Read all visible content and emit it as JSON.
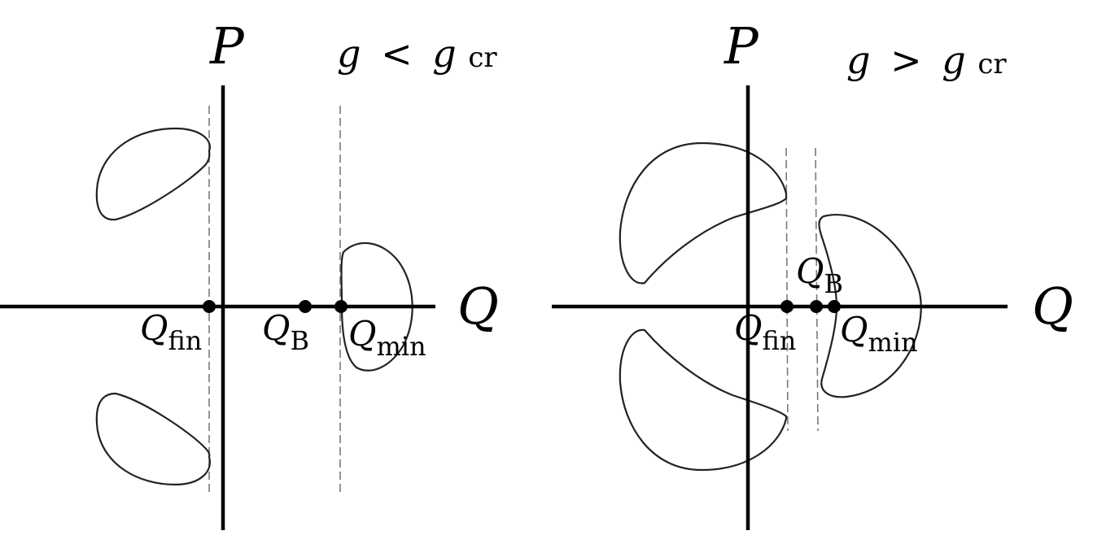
{
  "colors": {
    "ink": "#000000",
    "guide": "#7a7a7a",
    "background": "#ffffff"
  },
  "panels": [
    {
      "axis_p": "P",
      "axis_q": "Q",
      "condition": {
        "left": "g",
        "op": "<",
        "right": "g",
        "right_sub": "cr"
      },
      "points": [
        {
          "base": "Q",
          "sub": "fin"
        },
        {
          "base": "Q",
          "sub": "B"
        },
        {
          "base": "Q",
          "sub": "min"
        }
      ]
    },
    {
      "axis_p": "P",
      "axis_q": "Q",
      "condition": {
        "left": "g",
        "op": ">",
        "right": "g",
        "right_sub": "cr"
      },
      "points": [
        {
          "base": "Q",
          "sub": "fin"
        },
        {
          "base": "Q",
          "sub": "B"
        },
        {
          "base": "Q",
          "sub": "min"
        }
      ]
    }
  ]
}
